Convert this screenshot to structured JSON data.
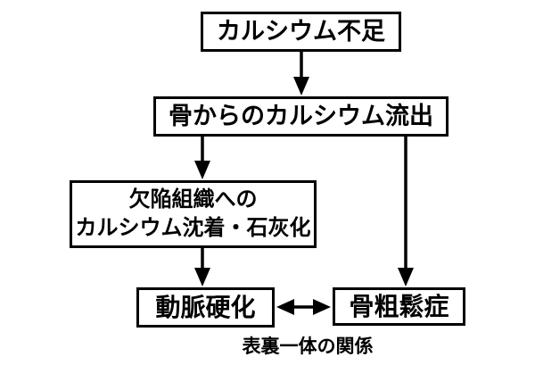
{
  "diagram": {
    "background_color": "#ffffff",
    "line_color": "#000000",
    "nodes": {
      "calcium_deficiency": {
        "label": "カルシウム不足"
      },
      "calcium_outflow": {
        "label": "骨からのカルシウム流出"
      },
      "defect_deposition": {
        "line1": "欠陥組織への",
        "line2": "カルシウム沈着・石灰化"
      },
      "arteriosclerosis": {
        "label": "動脈硬化"
      },
      "osteoporosis": {
        "label": "骨粗鬆症"
      }
    },
    "edges": [
      {
        "from": "calcium_deficiency",
        "to": "calcium_outflow",
        "type": "arrow"
      },
      {
        "from": "calcium_outflow",
        "to": "defect_deposition",
        "type": "arrow"
      },
      {
        "from": "defect_deposition",
        "to": "arteriosclerosis",
        "type": "arrow"
      },
      {
        "from": "calcium_outflow",
        "to": "osteoporosis",
        "type": "arrow"
      },
      {
        "from": "arteriosclerosis",
        "to": "osteoporosis",
        "type": "double-arrow"
      }
    ],
    "caption": "表裏一体の関係"
  }
}
